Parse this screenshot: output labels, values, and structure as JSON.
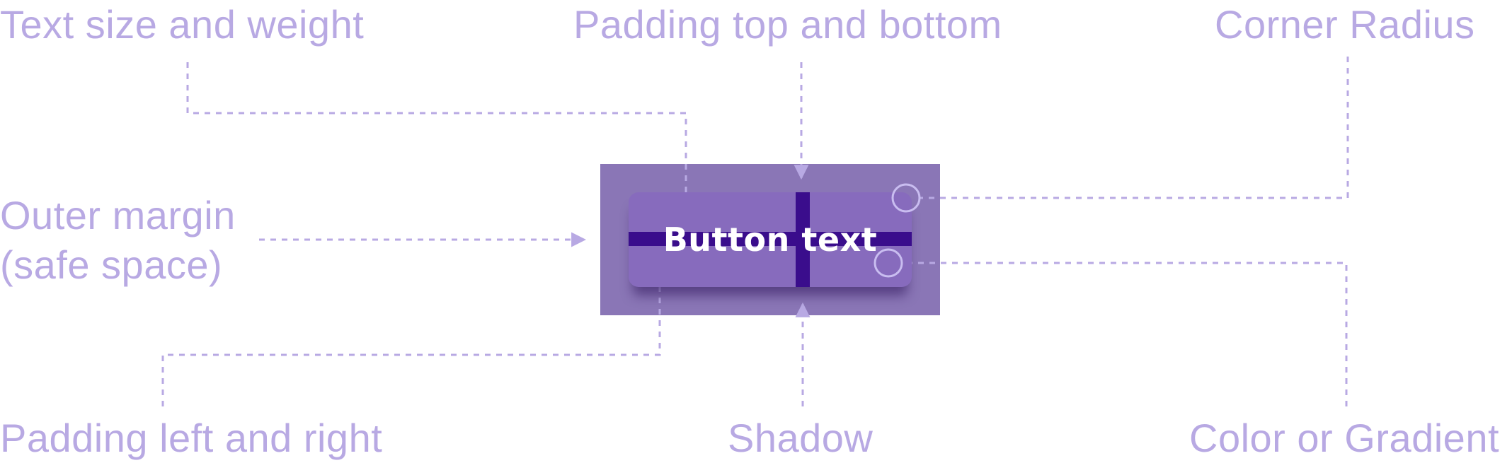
{
  "labels": {
    "text_size_weight": "Text size and weight",
    "padding_top_bottom": "Padding top and bottom",
    "corner_radius": "Corner Radius",
    "outer_margin_line1": "Outer margin",
    "outer_margin_line2": "(safe space)",
    "padding_left_right": "Padding left and right",
    "shadow": "Shadow",
    "color_gradient": "Color or Gradient"
  },
  "button": {
    "text": "Button text"
  },
  "colors": {
    "label": "#b8a9e3",
    "leader": "#b8a9e3",
    "margin_area": "#8a76b6",
    "button_fill": "#876bbd",
    "padding_bar": "#3a0d8c",
    "button_text": "#ffffff"
  }
}
